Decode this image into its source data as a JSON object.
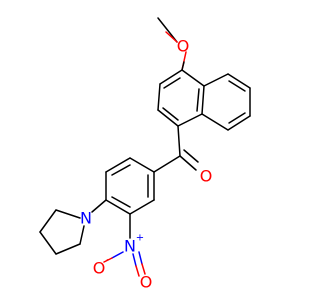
{
  "colors": {
    "carbon": "#000000",
    "oxygen": "#ff0000",
    "nitrogen": "#0000ff",
    "background": "#ffffff"
  },
  "atoms": {
    "methoxy_o": {
      "label": "O",
      "element": "oxygen"
    },
    "carbonyl_o": {
      "label": "O",
      "element": "oxygen"
    },
    "pyrrolidine_n": {
      "label": "N",
      "element": "nitrogen"
    },
    "nitro_n": {
      "label": "N",
      "element": "nitrogen",
      "charge": "+"
    },
    "nitro_o_minus": {
      "label": "O",
      "element": "oxygen",
      "charge": "-"
    },
    "nitro_o_double": {
      "label": "O",
      "element": "oxygen"
    }
  }
}
